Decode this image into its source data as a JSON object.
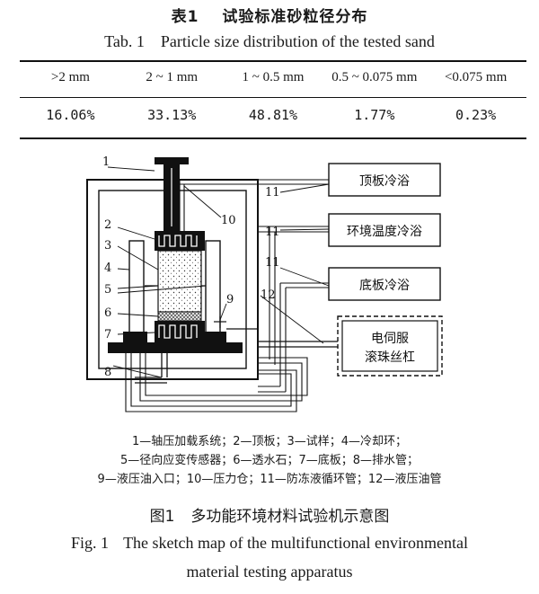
{
  "table": {
    "title_cn_num": "表1",
    "title_cn": "试验标准砂粒径分布",
    "title_en_num": "Tab. 1",
    "title_en": "Particle size distribution of the tested sand",
    "headers": [
      ">2 mm",
      "2 ~ 1 mm",
      "1 ~ 0.5 mm",
      "0.5 ~ 0.075 mm",
      "<0.075 mm"
    ],
    "values": [
      "16.06%",
      "33.13%",
      "48.81%",
      "1.77%",
      "0.23%"
    ]
  },
  "figure": {
    "part_numbers": [
      "1",
      "2",
      "3",
      "4",
      "5",
      "6",
      "7",
      "8",
      "9",
      "10",
      "11",
      "11",
      "11",
      "12"
    ],
    "boxes": {
      "top_plate_bath": "顶板冷浴",
      "env_temp_bath": "环境温度冷浴",
      "bottom_plate_bath": "底板冷浴",
      "servo_line1": "电伺服",
      "servo_line2": "滚珠丝杠"
    },
    "legend": [
      "1—轴压加载系统；2—顶板；3—试样；4—冷却环；",
      "5—径向应变传感器；6—透水石；7—底板；8—排水管；",
      "9—液压油入口；10—压力仓；11—防冻液循环管；12—液压油管"
    ],
    "caption_cn_num": "图1",
    "caption_cn": "多功能环境材料试验机示意图",
    "caption_en_num": "Fig. 1",
    "caption_en_line1": "The sketch map of the multifunctional environmental",
    "caption_en_line2": "material testing apparatus"
  }
}
